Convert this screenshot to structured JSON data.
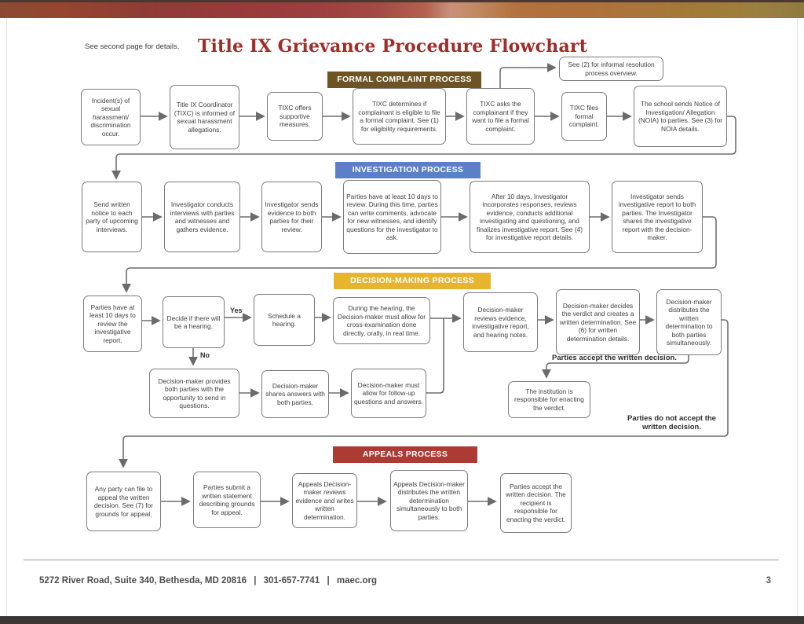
{
  "page": {
    "note": "See second page for details.",
    "title": "Title IX Grievance Procedure Flowchart"
  },
  "colors": {
    "title_red": "#A02C27",
    "formal_banner": "#6E5425",
    "investigation_banner": "#5B80C7",
    "decision_banner": "#E6B42D",
    "appeals_banner": "#AE3A34",
    "arrow_gray": "#6B6B6B",
    "box_border_gray": "#7C7C7C",
    "bottom_bar": "#3A3837"
  },
  "sections": {
    "formal": {
      "label": "FORMAL COMPLAINT PROCESS"
    },
    "investigation": {
      "label": "INVESTIGATION PROCESS"
    },
    "decision": {
      "label": "DECISION-MAKING PROCESS"
    },
    "appeals": {
      "label": "APPEALS PROCESS"
    }
  },
  "edge_labels": {
    "yes": "Yes",
    "no": "No",
    "accept": "Parties accept the written decision.",
    "not_accept": "Parties do not accept the written decision."
  },
  "nodes": {
    "formal": [
      {
        "text": "Incident(s) of sexual harassment/ discrimination occur."
      },
      {
        "text": "Title IX Coordinator (TIXC) is informed of sexual harassment allegations."
      },
      {
        "text": "TIXC offers supportive measures."
      },
      {
        "text": "TIXC determines if complainant is eligible to file a formal complaint. See (1) for eligibility requirements."
      },
      {
        "text": "TIXC asks the complainant if they want to file a formal complaint."
      },
      {
        "text": "TIXC files formal complaint."
      },
      {
        "text": "The school sends Notice of Investigation/ Allegation (NOIA) to parties. See (3) for NOIA details."
      },
      {
        "text": "See (2) for informal resolution process overview."
      }
    ],
    "investigation": [
      {
        "text": "Send written notice to each party of upcoming interviews."
      },
      {
        "text": "Investigator conducts interviews with parties and witnesses and gathers evidence."
      },
      {
        "text": "Investigator sends evidence to both parties for their review."
      },
      {
        "text": "Parties have at least 10 days to review. During this time, parties can write comments, advocate for new witnesses, and identify questions for the investigator to ask."
      },
      {
        "text": "After 10 days, Investigator incorporates responses, reviews evidence, conducts additional investigating and questioning, and finalizes investigative report. See (4) for investigative report details."
      },
      {
        "text": "Investigator sends investigative report to both parties. The Investigator shares the investigative report with the decision-maker."
      }
    ],
    "decision": [
      {
        "text": "Parties have at least 10 days to review the investigative report."
      },
      {
        "text": "Decide if there will be a hearing."
      },
      {
        "text": "Schedule a hearing."
      },
      {
        "text": "During the hearing, the Decision-maker must allow for cross-examination done directly, orally, in real time."
      },
      {
        "text": "Decision-maker reviews evidence, investigative report, and hearing notes."
      },
      {
        "text": "Decision-maker decides the verdict and creates a written determination. See (6) for written determination details."
      },
      {
        "text": "Decision-maker distributes the written determination to both parties simultaneously."
      },
      {
        "text": "Decision-maker provides both parties with the opportunity to send in questions."
      },
      {
        "text": "Decision-maker shares answers with both parties."
      },
      {
        "text": "Decision-maker must allow for follow-up questions and answers."
      },
      {
        "text": "The institution is responsible for enacting the verdict."
      }
    ],
    "appeals": [
      {
        "text": "Any party can file to appeal the written decision. See (7) for grounds for appeal."
      },
      {
        "text": "Parties submit a written statement describing grounds for appeal."
      },
      {
        "text": "Appeals Decision-maker reviews evidence and writes written determination."
      },
      {
        "text": "Appeals Decision-maker distributes the written determination simultaneously to both parties."
      },
      {
        "text": "Parties accept the written decision. The recipient is responsible for enacting the verdict."
      }
    ]
  },
  "footer": {
    "address": "5272 River Road, Suite 340, Bethesda, MD 20816",
    "separator": "|",
    "phone": "301-657-7741",
    "website": "maec.org",
    "page_number": "3"
  }
}
